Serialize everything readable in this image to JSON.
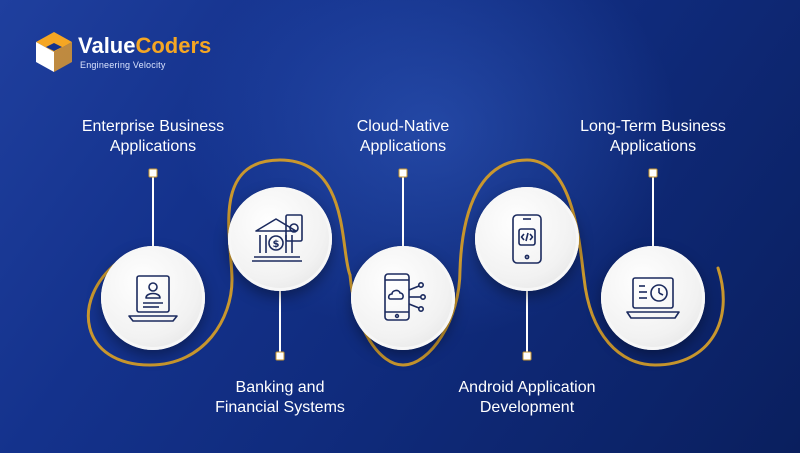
{
  "brand": {
    "name_part1": "Value",
    "name_part2": "Coders",
    "tagline": "Engineering Velocity",
    "accent_color": "#f5a623",
    "background_color": "#14328c"
  },
  "items": [
    {
      "line1": "Enterprise Business",
      "line2": "Applications",
      "icon": "resume-laptop-icon"
    },
    {
      "line1": "Banking and",
      "line2": "Financial Systems",
      "icon": "bank-money-icon"
    },
    {
      "line1": "Cloud-Native",
      "line2": "Applications",
      "icon": "cloud-mobile-icon"
    },
    {
      "line1": "Android Application",
      "line2": "Development",
      "icon": "code-mobile-icon"
    },
    {
      "line1": "Long-Term Business",
      "line2": "Applications",
      "icon": "clock-laptop-icon"
    }
  ]
}
